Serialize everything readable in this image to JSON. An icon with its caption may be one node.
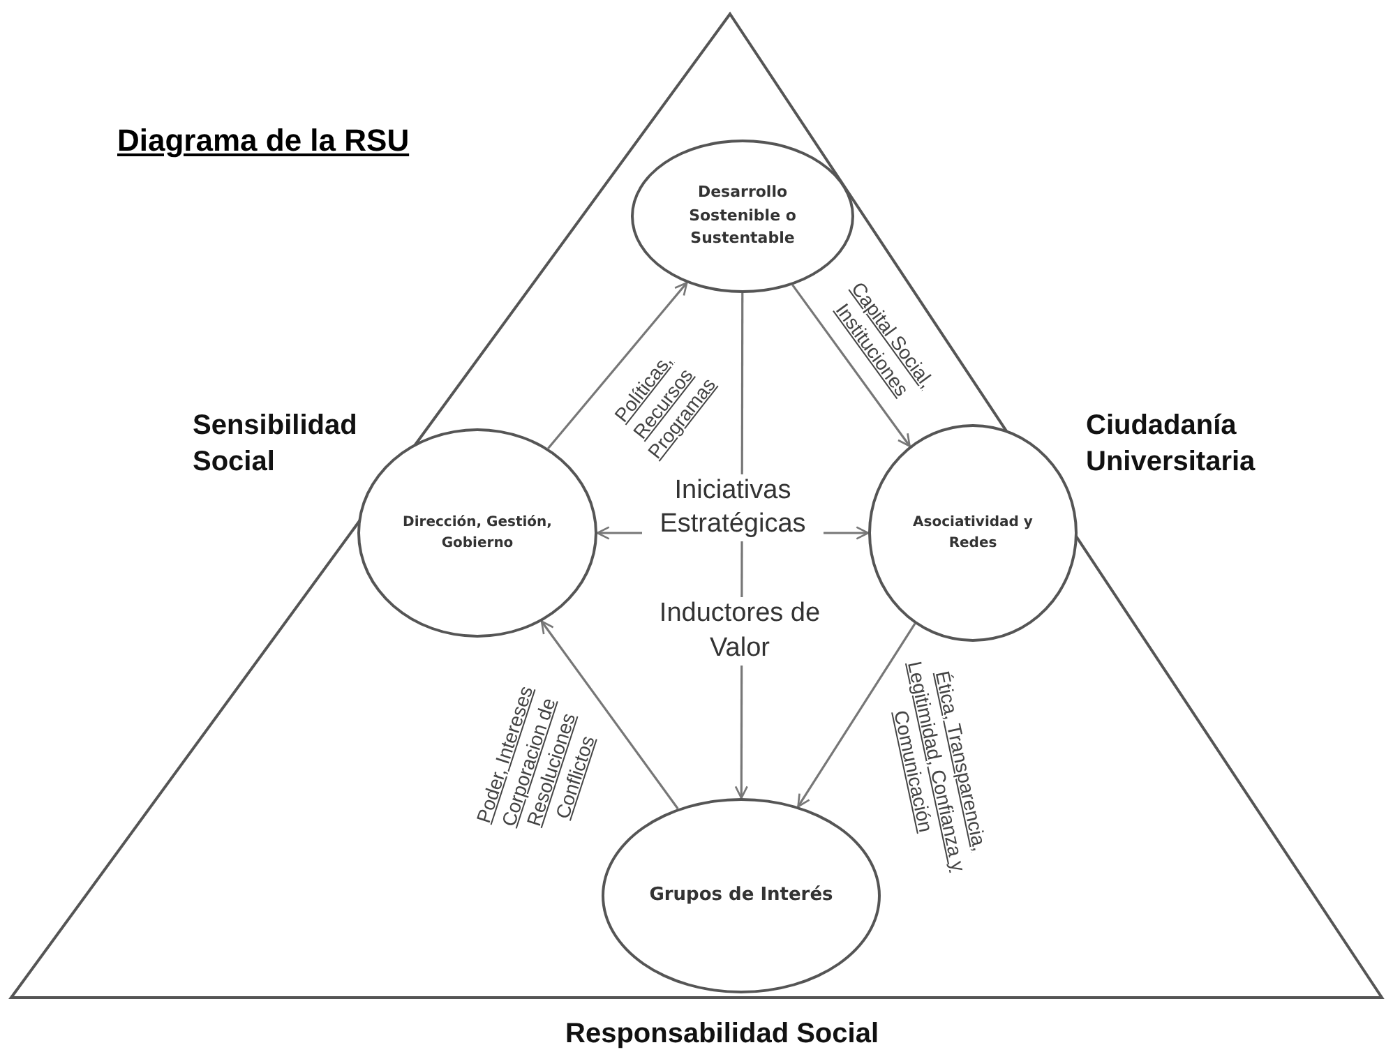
{
  "diagram": {
    "title": "Diagrama de la RSU",
    "nodes": [
      {
        "text": [
          "Desarrollo Sostenible o Sustentable"
        ]
      },
      {
        "text": [
          "Dirección, Gestión, Gobierno"
        ]
      },
      {
        "text": [
          "Asociatividad y Redes"
        ]
      },
      {
        "text": [
          "Grupos de Interés"
        ]
      }
    ],
    "edges": [
      {
        "from": 1,
        "to": 0,
        "arrow": "to",
        "label": "Políticas, Recursos Programas"
      },
      {
        "from": 0,
        "to": 2,
        "arrow": "to",
        "label": "Capital Social, Instituciones"
      },
      {
        "from": 1,
        "to": 2,
        "arrow": "both",
        "label": "Iniciativas Estratégicas"
      },
      {
        "from": 0,
        "to": 3,
        "arrow": "to"
      },
      {
        "from": 2,
        "to": 3,
        "arrow": "to",
        "label": "Ética, Transparencia, Legitimidad, Confianza y Comunicación"
      },
      {
        "from": 3,
        "to": 1,
        "arrow": "to",
        "label": "Poder, Intereses Corporacion de Resoluciones Conflictos"
      }
    ],
    "labels": [
      "Sensibilidad Social",
      "Ciudadanía Universitaria",
      "Inductores de Valor",
      "Responsabilidad Social"
    ]
  }
}
